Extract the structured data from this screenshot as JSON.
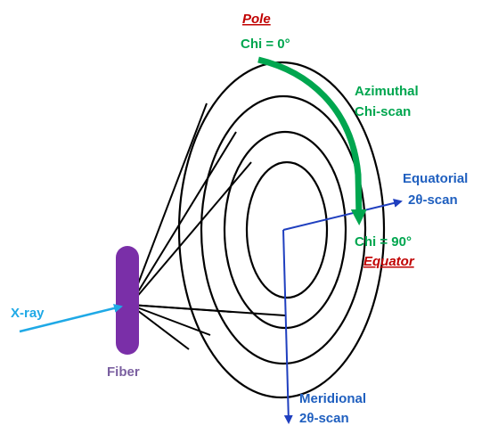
{
  "labels": {
    "pole": "Pole",
    "chi_zero": "Chi = 0°",
    "azimuthal_line1": "Azimuthal",
    "azimuthal_line2": "Chi-scan",
    "equatorial_line1": "Equatorial",
    "equatorial_line2": "2θ-scan",
    "chi_ninety": "Chi = 90°",
    "equator": "Equator",
    "xray": "X-ray",
    "fiber": "Fiber",
    "meridional_line1": "Meridional",
    "meridional_line2": "2θ-scan"
  },
  "colors": {
    "red_label": "#c00000",
    "green": "#00a64f",
    "blue": "#1f3fbf",
    "equatorial_blue": "#1f5fbf",
    "xray_cyan": "#1fa9e6",
    "fiber_purple": "#7a2fa8",
    "fiber_label": "#7a5fa0",
    "rings": "#000000"
  }
}
